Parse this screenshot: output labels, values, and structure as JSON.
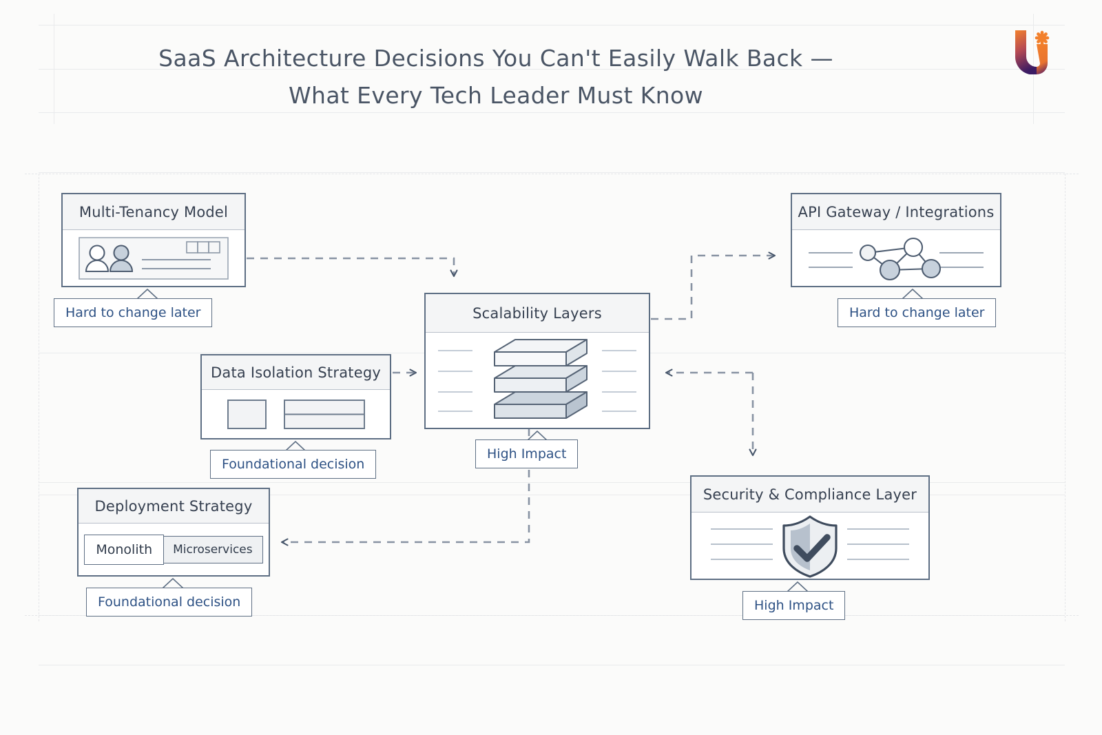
{
  "page": {
    "background": "#fbfbfa",
    "accent_border": "#5d6e83",
    "callout_text_color": "#2d5184",
    "title_color": "#4a5565"
  },
  "logo": {
    "name": "brand-logo",
    "letter": "U",
    "gradient_from": "#f07c2e",
    "gradient_to": "#3b1b63",
    "spark_color": "#f07c2e"
  },
  "header": {
    "title_line1": "SaaS Architecture Decisions You Can't Easily Walk Back —",
    "title_line2": "What Every Tech Leader Must Know"
  },
  "cards": [
    {
      "id": "multi-tenancy",
      "title": "Multi-Tenancy Model",
      "callout": "Hard to change later",
      "icon": "users-panel-icon"
    },
    {
      "id": "api-gateway",
      "title": "API Gateway / Integrations",
      "callout": "Hard to change later",
      "icon": "network-graph-icon"
    },
    {
      "id": "data-isolation",
      "title": "Data Isolation Strategy",
      "callout": "Foundational decision",
      "icon": "data-blocks-icon"
    },
    {
      "id": "scalability",
      "title": "Scalability Layers",
      "callout": "High Impact",
      "icon": "layer-stack-icon"
    },
    {
      "id": "deployment",
      "title": "Deployment Strategy",
      "callout": "Foundational decision",
      "icon": "segmented-toggle-icon",
      "options": [
        "Monolith",
        "Microservices"
      ],
      "selected": "Microservices"
    },
    {
      "id": "security",
      "title": "Security & Compliance Layer",
      "callout": "High Impact",
      "icon": "shield-check-icon"
    }
  ],
  "connections": [
    {
      "from": "multi-tenancy",
      "to": "scalability",
      "style": "dashed"
    },
    {
      "from": "data-isolation",
      "to": "scalability",
      "style": "dashed"
    },
    {
      "from": "scalability",
      "to": "api-gateway",
      "style": "dashed"
    },
    {
      "from": "security",
      "to": "scalability",
      "style": "dashed"
    },
    {
      "from": "scalability",
      "to": "security",
      "style": "dashed"
    },
    {
      "from": "scalability",
      "to": "deployment",
      "style": "dashed"
    }
  ]
}
